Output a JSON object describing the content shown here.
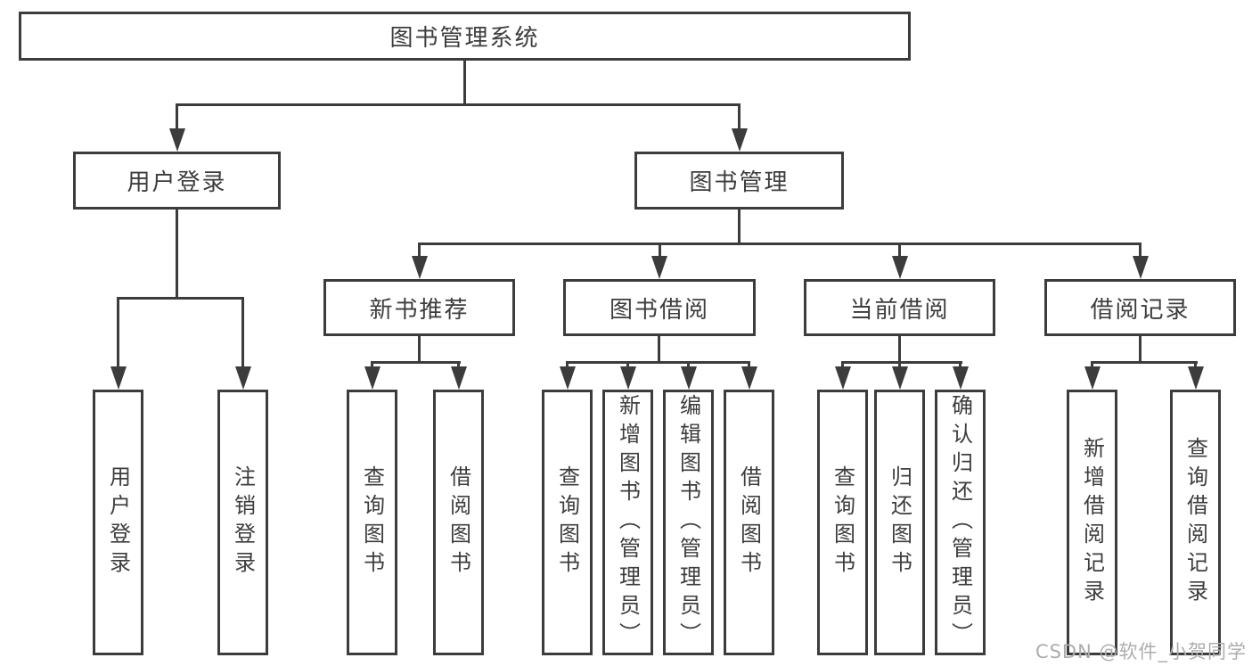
{
  "colors": {
    "line": "#3c3c3c",
    "box_border": "#3c3c3c",
    "text": "#3d3d3d",
    "background": "#ffffff",
    "watermark": "#adadad"
  },
  "diagram": {
    "root": {
      "label": "图书管理系统"
    },
    "branches": [
      {
        "label": "用户登录"
      },
      {
        "label": "图书管理"
      }
    ],
    "categories": [
      {
        "label": "新书推荐"
      },
      {
        "label": "图书借阅"
      },
      {
        "label": "当前借阅"
      },
      {
        "label": "借阅记录"
      }
    ],
    "leaves": [
      {
        "label": "用户登录"
      },
      {
        "label": "注销登录"
      },
      {
        "label": "查询图书"
      },
      {
        "label": "借阅图书"
      },
      {
        "label": "查询图书"
      },
      {
        "label": "新增图书（管理员）"
      },
      {
        "label": "编辑图书（管理员）"
      },
      {
        "label": "借阅图书"
      },
      {
        "label": "查询图书"
      },
      {
        "label": "归还图书"
      },
      {
        "label": "确认归还（管理员）"
      },
      {
        "label": "新增借阅记录"
      },
      {
        "label": "查询借阅记录"
      }
    ]
  },
  "watermark": {
    "label": "CSDN @软件_小贺同学"
  }
}
